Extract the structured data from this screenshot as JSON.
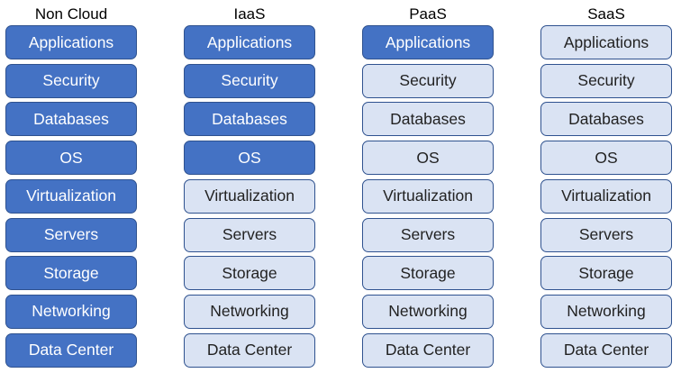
{
  "columns": [
    {
      "title": "Non Cloud",
      "items": [
        {
          "label": "Applications",
          "highlighted": true
        },
        {
          "label": "Security",
          "highlighted": true
        },
        {
          "label": "Databases",
          "highlighted": true
        },
        {
          "label": "OS",
          "highlighted": true
        },
        {
          "label": "Virtualization",
          "highlighted": true
        },
        {
          "label": "Servers",
          "highlighted": true
        },
        {
          "label": "Storage",
          "highlighted": true
        },
        {
          "label": "Networking",
          "highlighted": true
        },
        {
          "label": "Data Center",
          "highlighted": true
        }
      ]
    },
    {
      "title": "IaaS",
      "items": [
        {
          "label": "Applications",
          "highlighted": true
        },
        {
          "label": "Security",
          "highlighted": true
        },
        {
          "label": "Databases",
          "highlighted": true
        },
        {
          "label": "OS",
          "highlighted": true
        },
        {
          "label": "Virtualization",
          "highlighted": false
        },
        {
          "label": "Servers",
          "highlighted": false
        },
        {
          "label": "Storage",
          "highlighted": false
        },
        {
          "label": "Networking",
          "highlighted": false
        },
        {
          "label": "Data Center",
          "highlighted": false
        }
      ]
    },
    {
      "title": "PaaS",
      "items": [
        {
          "label": "Applications",
          "highlighted": true
        },
        {
          "label": "Security",
          "highlighted": false
        },
        {
          "label": "Databases",
          "highlighted": false
        },
        {
          "label": "OS",
          "highlighted": false
        },
        {
          "label": "Virtualization",
          "highlighted": false
        },
        {
          "label": "Servers",
          "highlighted": false
        },
        {
          "label": "Storage",
          "highlighted": false
        },
        {
          "label": "Networking",
          "highlighted": false
        },
        {
          "label": "Data Center",
          "highlighted": false
        }
      ]
    },
    {
      "title": "SaaS",
      "items": [
        {
          "label": "Applications",
          "highlighted": false
        },
        {
          "label": "Security",
          "highlighted": false
        },
        {
          "label": "Databases",
          "highlighted": false
        },
        {
          "label": "OS",
          "highlighted": false
        },
        {
          "label": "Virtualization",
          "highlighted": false
        },
        {
          "label": "Servers",
          "highlighted": false
        },
        {
          "label": "Storage",
          "highlighted": false
        },
        {
          "label": "Networking",
          "highlighted": false
        },
        {
          "label": "Data Center",
          "highlighted": false
        }
      ]
    }
  ],
  "colors": {
    "highlighted": "#4472C4",
    "plain": "#DAE3F3",
    "border": "#2F528F"
  }
}
